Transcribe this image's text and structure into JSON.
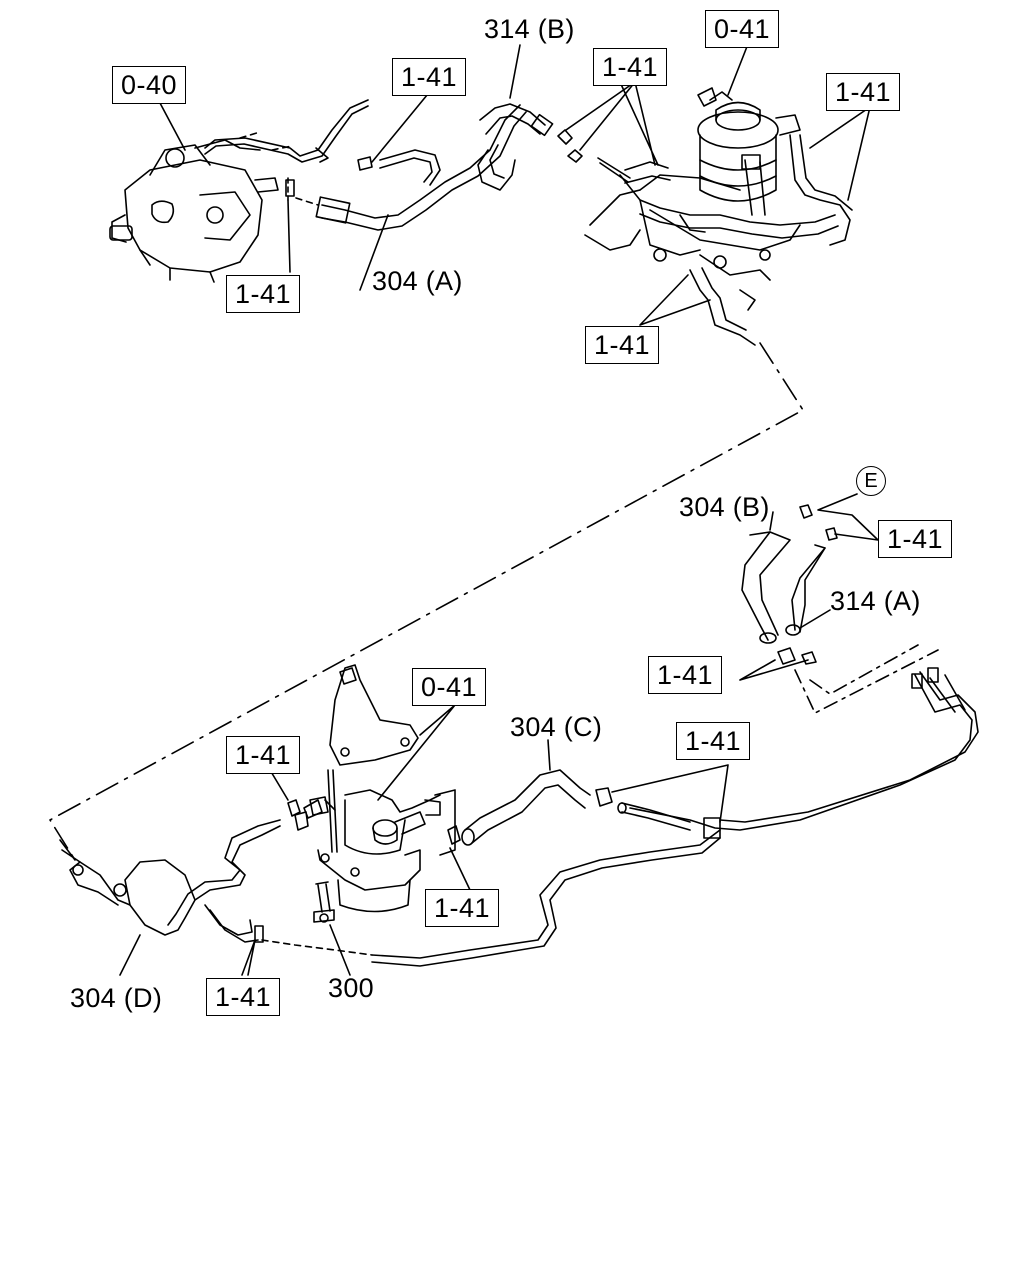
{
  "diagram": {
    "ref_boxes": {
      "pump_ref": "0-40",
      "filter_ref_top": "0-41",
      "filter_ref_bottom": "0-41",
      "clip_ref_a": "1-41",
      "clip_ref_b": "1-41",
      "clip_ref_c": "1-41",
      "clip_ref_d": "1-41",
      "clip_ref_e": "1-41",
      "clip_ref_f": "1-41",
      "clip_ref_g": "1-41",
      "clip_ref_h": "1-41",
      "clip_ref_i": "1-41",
      "clip_ref_j": "1-41",
      "clip_ref_k": "1-41"
    },
    "part_labels": {
      "hose_314b": "314 (B)",
      "hose_304a": "304 (A)",
      "hose_304b": "304 (B)",
      "hose_314a": "314 (A)",
      "hose_304c": "304 (C)",
      "hose_304d": "304 (D)",
      "bolt_300": "300"
    },
    "callout_letter": "E"
  }
}
